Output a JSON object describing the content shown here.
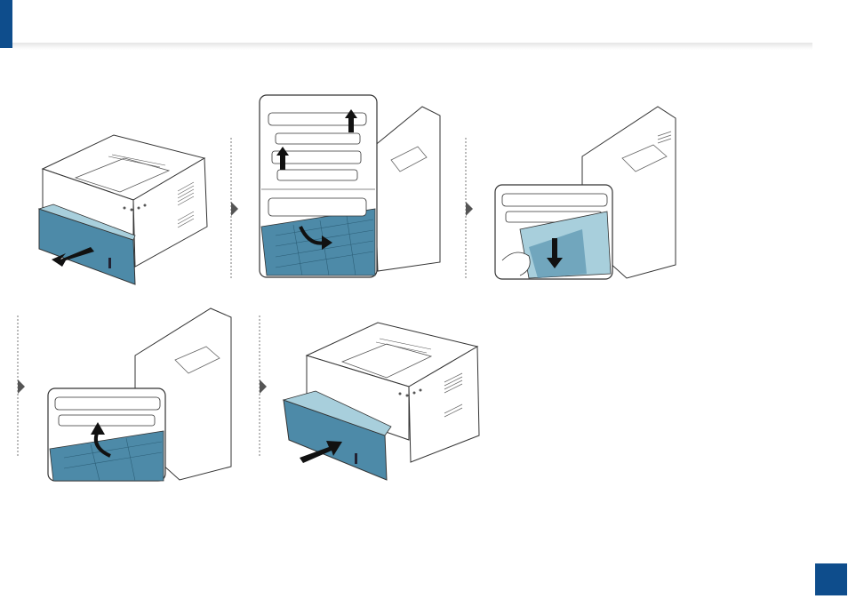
{
  "header": {
    "accent_color": "#0e4d8c"
  },
  "illustration": {
    "step_count": 5,
    "steps": [
      {
        "id": 1,
        "depicts": "printer-tray-pull-out"
      },
      {
        "id": 2,
        "depicts": "inner-guide-lift-zoom"
      },
      {
        "id": 3,
        "depicts": "remove-jammed-paper-zoom"
      },
      {
        "id": 4,
        "depicts": "close-inner-guide-zoom"
      },
      {
        "id": 5,
        "depicts": "printer-tray-push-in"
      }
    ],
    "colors": {
      "tray_blue": "#4d8aa8",
      "tray_light": "#a8cfdc",
      "outline": "#333333",
      "arrow": "#111111",
      "divider": "#777777"
    }
  },
  "page_badge": {
    "text": ""
  }
}
